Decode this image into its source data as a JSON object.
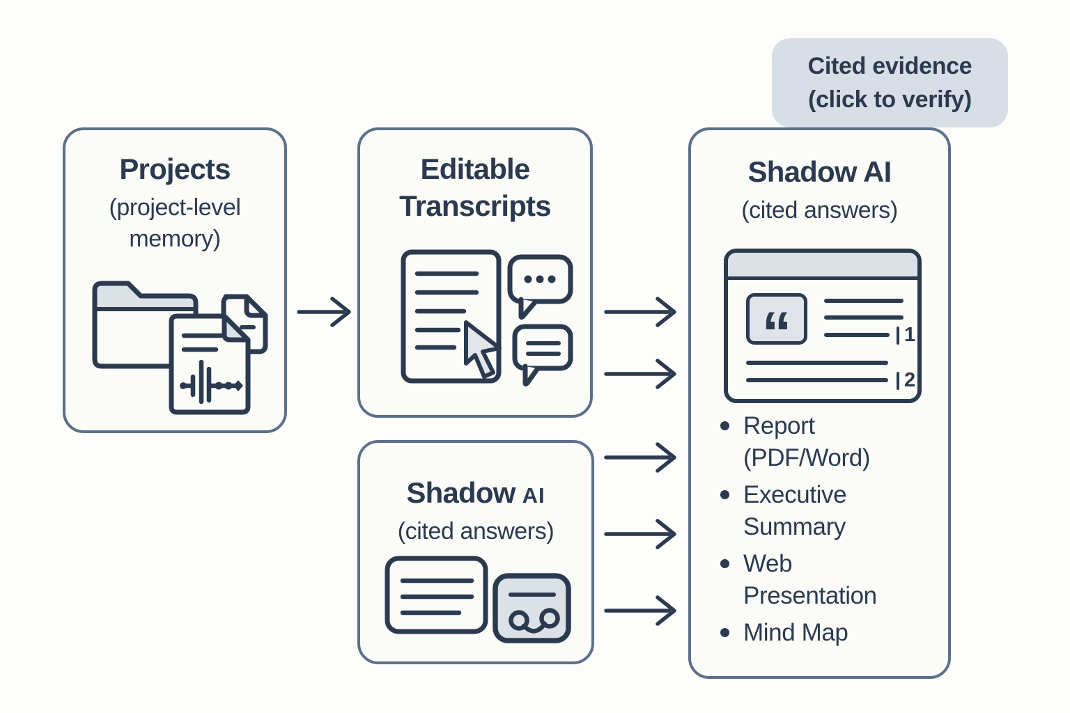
{
  "palette": {
    "page_bg": "#fdfdfb",
    "box_bg": "#fbfbf8",
    "box_border": "#5d7089",
    "ink": "#2b3a4f",
    "callout_bg": "#d8dee5",
    "gray_fill": "#dce1e8"
  },
  "callout": {
    "line1": "Cited evidence",
    "line2": "(click to verify)"
  },
  "projects_box": {
    "title": "Projects",
    "subtitle": "(project-level memory)"
  },
  "transcripts_box": {
    "title": "Editable Transcripts"
  },
  "shadow_box": {
    "title": "Shadow",
    "title_abbr": "AI",
    "subtitle": "(cited answers)"
  },
  "output_box": {
    "title": "Shadow AI",
    "subtitle": "(cited answers)",
    "quote_glyph": "“",
    "citation_markers": [
      "1",
      "2"
    ],
    "outputs": [
      "Report (PDF/Word)",
      "Executive Summary",
      "Web Presentation",
      "Mind Map"
    ]
  },
  "icons": {
    "projects": [
      "folder-icon",
      "page-icon",
      "audio-document-icon"
    ],
    "transcripts": [
      "document-icon",
      "cursor-icon",
      "chat-bubble-dots-icon",
      "chat-bubble-lines-icon"
    ],
    "shadow": [
      "note-card-icon",
      "voicemail-card-icon"
    ],
    "output": [
      "citation-card",
      "quote-icon"
    ]
  }
}
